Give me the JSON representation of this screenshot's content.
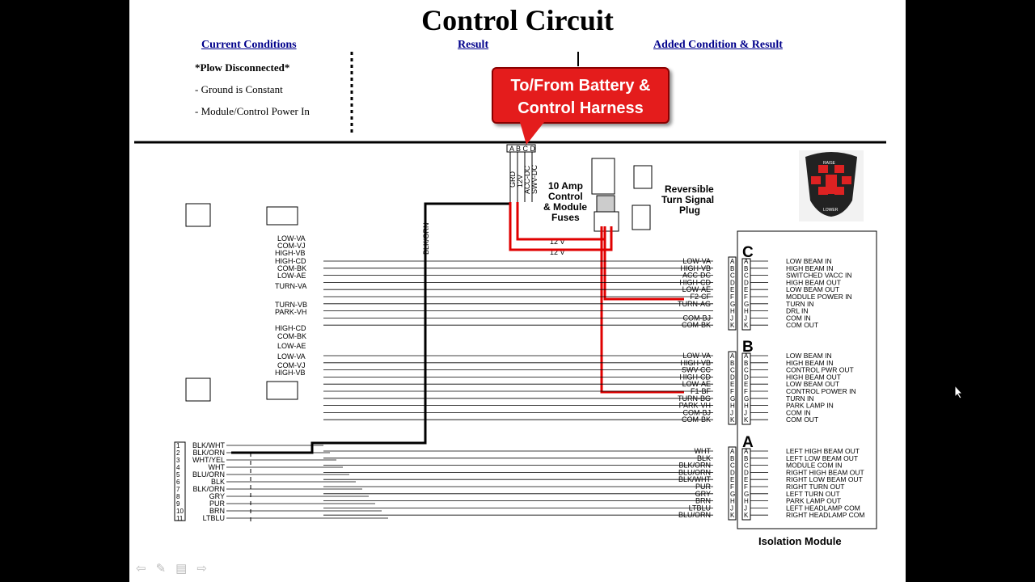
{
  "title": "Control Circuit",
  "headers": {
    "current": "Current Conditions",
    "result": "Result",
    "added": "Added Condition & Result"
  },
  "conditions": [
    "*Plow Disconnected*",
    "- Ground is Constant",
    "- Module/Control Power In"
  ],
  "callout": {
    "line1": "To/From Battery &",
    "line2": "Control Harness"
  },
  "labels": {
    "fuses": [
      "10 Amp",
      "Control",
      "& Module",
      "Fuses"
    ],
    "turn_plug": [
      "Reversible",
      "Turn Signal",
      "Plug"
    ],
    "isolation_module": "Isolation Module",
    "abcd": "A B C D",
    "blk_orn_vertical": "BLK/ORN",
    "battery_wires": [
      "GRD",
      "12V",
      "ACC-DC",
      "SWV-DC"
    ],
    "fuse_12v": [
      "12 V",
      "12 V"
    ],
    "controller_raise": "RAISE",
    "controller_lower": "LOWER"
  },
  "left_labels": {
    "upper": [
      "LOW-VA",
      "COM-VJ",
      "HIGH-VB",
      "HIGH-CD",
      "COM-BK",
      "LOW-AE",
      "TURN-VA",
      "TURN-VB",
      "PARK-VH"
    ],
    "lower": [
      "HIGH-CD",
      "COM-BK",
      "LOW-AE",
      "LOW-VA",
      "COM-VJ",
      "HIGH-VB"
    ]
  },
  "harness_pins": {
    "numbers": [
      "1",
      "2",
      "3",
      "4",
      "5",
      "6",
      "7",
      "8",
      "9",
      "10",
      "11"
    ],
    "colors": [
      "BLK/WHT",
      "BLK/ORN",
      "WHT/YEL",
      "WHT",
      "BLU/ORN",
      "BLK",
      "BLK/ORN",
      "GRY",
      "PUR",
      "BRN",
      "LTBLU"
    ]
  },
  "sections": [
    {
      "name": "C",
      "wires": [
        "LOW-VA",
        "HIGH-VB",
        "ACC-DC",
        "HIGH-CD",
        "LOW-AE",
        "F2-CF",
        "TURN-AG",
        "",
        "COM-BJ",
        "COM-BK"
      ],
      "pins": [
        "A",
        "B",
        "C",
        "D",
        "E",
        "F",
        "G",
        "H",
        "J",
        "K"
      ],
      "functions": [
        "LOW BEAM IN",
        "HIGH BEAM IN",
        "SWITCHED VACC IN",
        "HIGH BEAM OUT",
        "LOW BEAM OUT",
        "MODULE POWER IN",
        "TURN IN",
        "DRL IN",
        "COM IN",
        "COM OUT"
      ]
    },
    {
      "name": "B",
      "wires": [
        "LOW-VA",
        "HIGH-VB",
        "SWV-CC",
        "HIGH-CD",
        "LOW-AE",
        "F1-BF",
        "TURN-BG",
        "PARK-VH",
        "COM-BJ",
        "COM-BK"
      ],
      "pins": [
        "A",
        "B",
        "C",
        "D",
        "E",
        "F",
        "G",
        "H",
        "J",
        "K"
      ],
      "functions": [
        "LOW BEAM IN",
        "HIGH BEAM IN",
        "CONTROL PWR OUT",
        "HIGH BEAM OUT",
        "LOW BEAM OUT",
        "CONTROL POWER IN",
        "TURN IN",
        "PARK LAMP IN",
        "COM IN",
        "COM OUT"
      ]
    },
    {
      "name": "A",
      "wires": [
        "WHT",
        "BLK",
        "BLK/ORN",
        "BLU/ORN",
        "BLK/WHT",
        "PUR",
        "GRY",
        "BRN",
        "LTBLU",
        "BLU/ORN"
      ],
      "pins": [
        "A",
        "B",
        "C",
        "D",
        "E",
        "F",
        "G",
        "H",
        "J",
        "K"
      ],
      "functions": [
        "LEFT HIGH BEAM OUT",
        "LEFT LOW BEAM OUT",
        "MODULE COM IN",
        "RIGHT HIGH BEAM OUT",
        "RIGHT LOW BEAM OUT",
        "RIGHT TURN OUT",
        "LEFT TURN OUT",
        "PARK LAMP OUT",
        "LEFT HEADLAMP COM",
        "RIGHT HEADLAMP COM"
      ]
    }
  ],
  "nav": [
    "prev-arrow",
    "pen",
    "menu",
    "next-arrow"
  ],
  "colors": {
    "callout": "#e41c1c",
    "wire_red": "#e00000",
    "link": "#00008b"
  }
}
